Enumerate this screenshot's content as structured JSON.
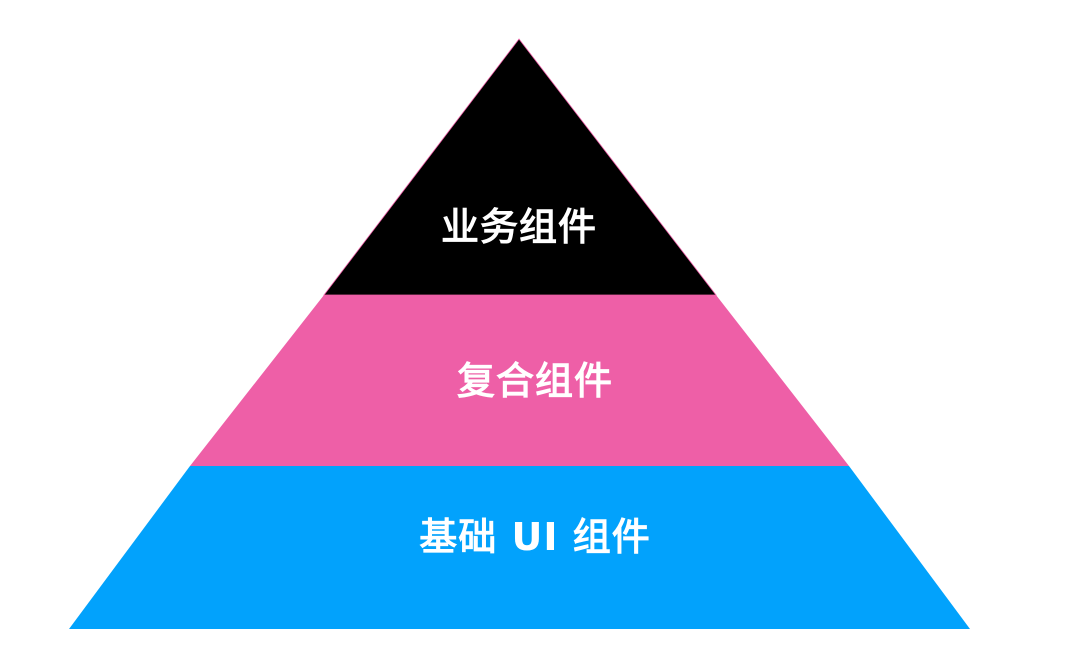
{
  "diagram": {
    "type": "pyramid",
    "layers": [
      {
        "label": "业务组件",
        "position": "top",
        "color": "#000000"
      },
      {
        "label": "复合组件",
        "position": "middle",
        "color": "#EE5FA7"
      },
      {
        "label": "基础 UI 组件",
        "position": "bottom",
        "color": "#02A2FC"
      }
    ],
    "text_color": "#FFFFFF",
    "background": "#FFFFFF"
  }
}
